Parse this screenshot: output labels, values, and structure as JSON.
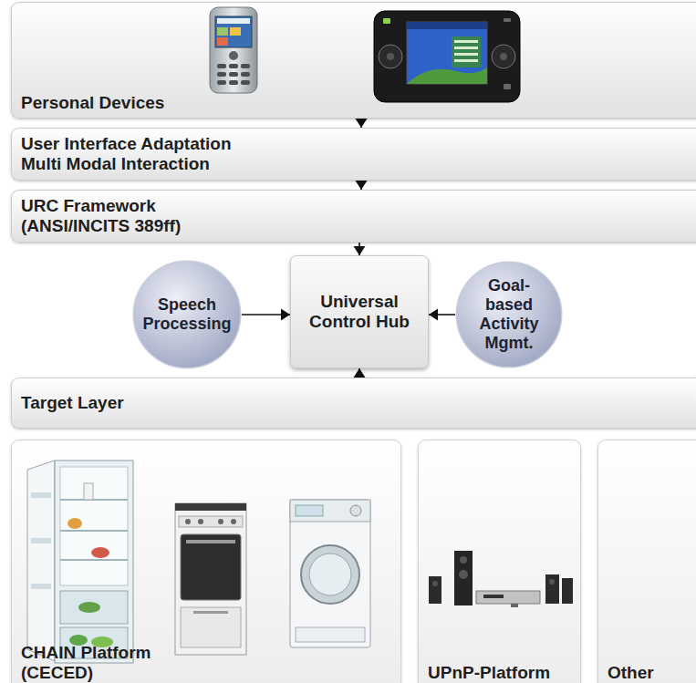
{
  "diagram": {
    "nodes": [
      {
        "text": [
          "Personal Devices"
        ]
      },
      {
        "text": [
          "User Interface Adaptation",
          "Multi Modal Interaction"
        ]
      },
      {
        "text": [
          "URC Framework",
          "(ANSI/INCITS 389ff)"
        ]
      },
      {
        "text": [
          "Speech Processing"
        ]
      },
      {
        "text": [
          "Universal Control Hub"
        ]
      },
      {
        "text": [
          "Goal-based Activity Mgmt."
        ]
      },
      {
        "text": [
          "Target Layer"
        ]
      },
      {
        "text": [
          "CHAIN Platform",
          "(CECED)"
        ]
      },
      {
        "text": [
          "UPnP-Platform"
        ]
      },
      {
        "text": [
          "Other"
        ]
      }
    ],
    "edges": [
      {
        "from": 0,
        "to": 1,
        "arrow": "to"
      },
      {
        "from": 1,
        "to": 2,
        "arrow": "to"
      },
      {
        "from": 2,
        "to": 4,
        "arrow": "to"
      },
      {
        "from": 3,
        "to": 4,
        "arrow": "to"
      },
      {
        "from": 5,
        "to": 4,
        "arrow": "to"
      },
      {
        "from": 6,
        "to": 4,
        "arrow": "to"
      }
    ]
  }
}
